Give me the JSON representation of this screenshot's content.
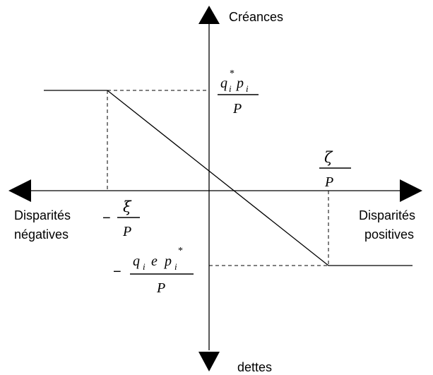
{
  "axes": {
    "y_positive": "Créances",
    "y_negative": "dettes",
    "x_negative_line1": "Disparités",
    "x_negative_line2": "négatives",
    "x_positive_line1": "Disparités",
    "x_positive_line2": "positives"
  },
  "labels": {
    "upper_numerator_q": "q",
    "upper_numerator_i1": "i",
    "upper_numerator_star": "*",
    "upper_numerator_p": "p",
    "upper_numerator_i2": "i",
    "upper_denominator": "P",
    "zeta_numerator": "ζ",
    "zeta_denominator": "P",
    "xi_sign": "−",
    "xi_numerator": "ξ",
    "xi_denominator": "P",
    "lower_sign": "−",
    "lower_numerator_q": "q",
    "lower_numerator_i1": "i",
    "lower_numerator_e": "e",
    "lower_numerator_p": "p",
    "lower_numerator_i2": "i",
    "lower_numerator_star": "*",
    "lower_denominator": "P"
  },
  "colors": {
    "ink": "#000000",
    "background": "#ffffff"
  }
}
